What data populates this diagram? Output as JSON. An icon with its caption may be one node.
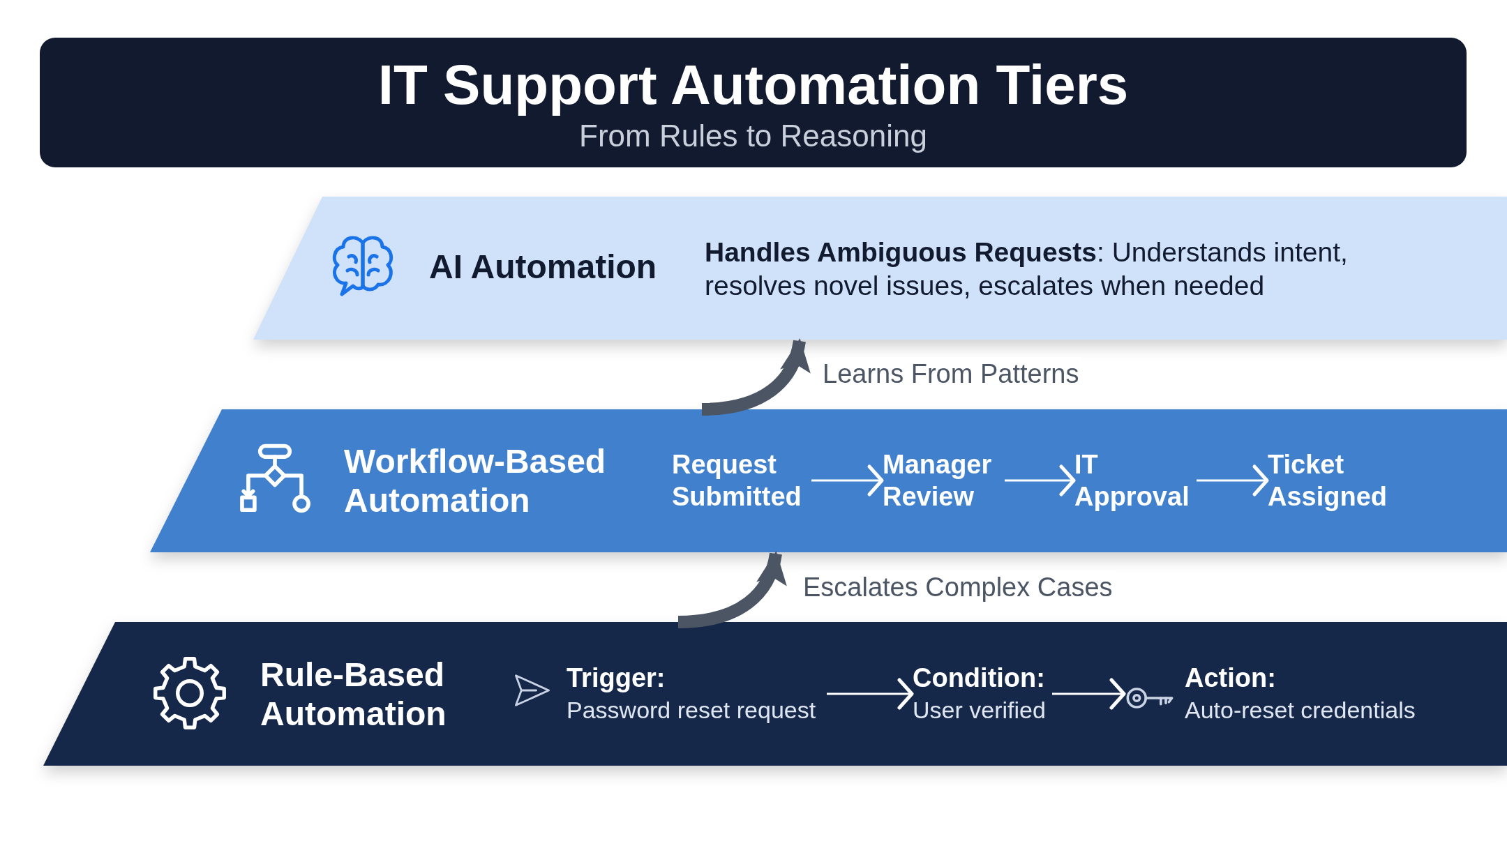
{
  "diagram": {
    "title": "IT Support Automation Tiers",
    "nodes": [
      {
        "text": [
          "AI Automation",
          "**Handles Ambiguous Requests**: Understands intent, resolves novel issues, escalates when needed"
        ]
      },
      {
        "text": [
          "Workflow-Based Automation"
        ]
      },
      {
        "text": [
          "Request Submitted"
        ],
        "in": 1
      },
      {
        "text": [
          "Manager Review"
        ],
        "in": 1
      },
      {
        "text": [
          "IT Approval"
        ],
        "in": 1
      },
      {
        "text": [
          "Ticket Assigned"
        ],
        "in": 1
      },
      {
        "text": [
          "Rule-Based Automation"
        ]
      },
      {
        "text": [
          "Trigger:",
          "Password reset request"
        ],
        "in": 6
      },
      {
        "text": [
          "Condition:",
          "User verified"
        ],
        "in": 6
      },
      {
        "text": [
          "Action:",
          "Auto-reset credentials"
        ],
        "in": 6
      }
    ],
    "edges": [
      {
        "from": 6,
        "to": 1,
        "arrow": "to",
        "label": "Escalates Complex Cases",
        "style": "thick",
        "color": "#4b5563"
      },
      {
        "from": 1,
        "to": 0,
        "arrow": "to",
        "label": "Learns From Patterns",
        "style": "thick",
        "color": "#4b5563"
      },
      {
        "from": 2,
        "to": 3,
        "arrow": "to"
      },
      {
        "from": 3,
        "to": 4,
        "arrow": "to"
      },
      {
        "from": 4,
        "to": 5,
        "arrow": "to"
      },
      {
        "from": 7,
        "to": 8,
        "arrow": "to"
      },
      {
        "from": 8,
        "to": 9,
        "arrow": "to"
      }
    ],
    "labels": [
      "From Rules to Reasoning"
    ]
  }
}
